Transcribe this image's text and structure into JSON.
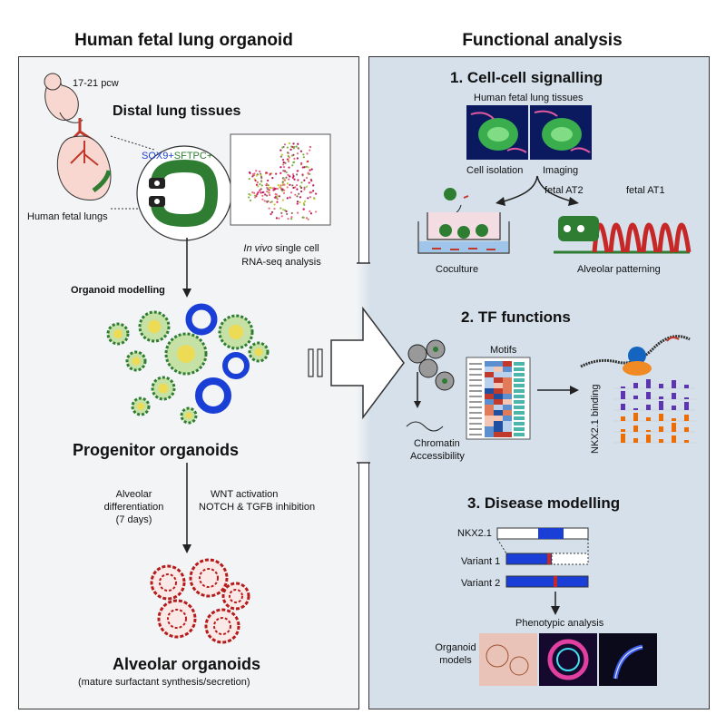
{
  "headers": {
    "left": "Human fetal lung organoid",
    "right": "Functional analysis"
  },
  "left": {
    "age": "17-21 pcw",
    "distal_title": "Distal lung tissues",
    "markers_sox9": "SOX9+",
    "markers_sftpc": "SFTPC+",
    "fetal_lungs": "Human fetal lungs",
    "invivo_italic": "In vivo",
    "invivo_rest": " single cell",
    "rnaseq": "RNA-seq analysis",
    "organoid_modelling": "Organoid modelling",
    "progenitor": "Progenitor organoids",
    "alv_diff_1": "Alveolar",
    "alv_diff_2": "differentiation",
    "alv_diff_3": "(7 days)",
    "wnt": "WNT activation",
    "notch": "NOTCH & TGFB inhibition",
    "alveolar_title": "Alveolar organoids",
    "alveolar_sub": "(mature surfactant synthesis/secretion)"
  },
  "right": {
    "s1_title": "1. Cell-cell signalling",
    "s1_tissues": "Human fetal lung tissues",
    "s1_isolation": "Cell isolation",
    "s1_imaging": "Imaging",
    "s1_at2": "fetal AT2",
    "s1_at1": "fetal AT1",
    "s1_coculture": "Coculture",
    "s1_patterning": "Alveolar patterning",
    "s2_title": "2. TF functions",
    "s2_motifs": "Motifs",
    "s2_chromatin": "Chromatin",
    "s2_access": "Accessibility",
    "s2_binding": "NKX2.1 binding",
    "s3_title": "3. Disease modelling",
    "s3_gene": "NKX2.1",
    "s3_v1": "Variant 1",
    "s3_v2": "Variant 2",
    "s3_phenotypic": "Phenotypic analysis",
    "s3_org1": "Organoid",
    "s3_org2": "models"
  },
  "colors": {
    "left_panel": "#f2f4f6",
    "right_panel": "#d5e0ea",
    "green": "#2e7d32",
    "blue": "#1a3fd6",
    "red": "#b71c1c"
  }
}
